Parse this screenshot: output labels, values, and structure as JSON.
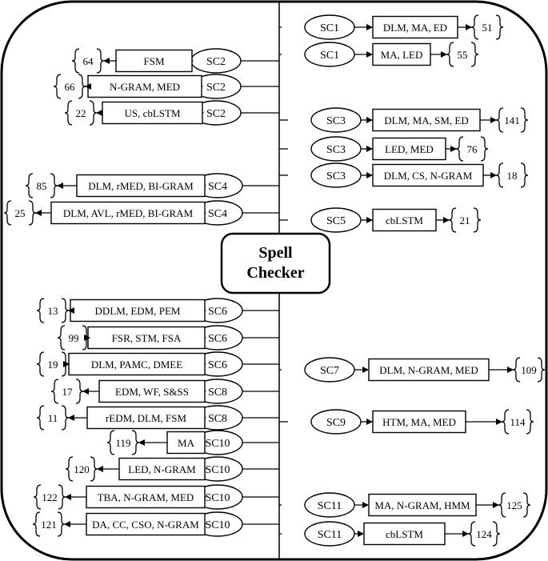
{
  "center": {
    "line1": "Spell",
    "line2": "Checker"
  },
  "left": [
    {
      "sc": "SC2",
      "method": "FSM",
      "ref": "64"
    },
    {
      "sc": "SC2",
      "method": "N-GRAM, MED",
      "ref": "66"
    },
    {
      "sc": "SC2",
      "method": "US, cbLSTM",
      "ref": "22"
    },
    {
      "sc": "SC4",
      "method": "DLM, rMED, BI-GRAM",
      "ref": "85"
    },
    {
      "sc": "SC4",
      "method": "DLM, AVL, rMED, BI-GRAM",
      "ref": "25"
    },
    {
      "sc": "SC6",
      "method": "DDLM, EDM, PEM",
      "ref": "13"
    },
    {
      "sc": "SC6",
      "method": "FSR, STM, FSA",
      "ref": "99"
    },
    {
      "sc": "SC6",
      "method": "DLM, PAMC, DMEE",
      "ref": "19"
    },
    {
      "sc": "SC8",
      "method": "EDM, WF, S&SS",
      "ref": "17"
    },
    {
      "sc": "SC8",
      "method": "rEDM, DLM, FSM",
      "ref": "11"
    },
    {
      "sc": "SC10",
      "method": "MA",
      "ref": "119"
    },
    {
      "sc": "SC10",
      "method": "LED, N-GRAM",
      "ref": "120"
    },
    {
      "sc": "SC10",
      "method": "TBA, N-GRAM, MED",
      "ref": "122"
    },
    {
      "sc": "SC10",
      "method": "DA, CC, CSO, N-GRAM",
      "ref": "121"
    }
  ],
  "right": [
    {
      "sc": "SC1",
      "method": "DLM, MA, ED",
      "ref": "51"
    },
    {
      "sc": "SC1",
      "method": "MA, LED",
      "ref": "55"
    },
    {
      "sc": "SC3",
      "method": "DLM, MA, SM, ED",
      "ref": "141"
    },
    {
      "sc": "SC3",
      "method": "LED, MED",
      "ref": "76"
    },
    {
      "sc": "SC3",
      "method": "DLM, CS, N-GRAM",
      "ref": "18"
    },
    {
      "sc": "SC5",
      "method": "cbLSTM",
      "ref": "21"
    },
    {
      "sc": "SC7",
      "method": "DLM, N-GRAM, MED",
      "ref": "109"
    },
    {
      "sc": "SC9",
      "method": "HTM, MA, MED",
      "ref": "114"
    },
    {
      "sc": "SC11",
      "method": "MA, N-GRAM, HMM",
      "ref": "125"
    },
    {
      "sc": "SC11",
      "method": "cbLSTM",
      "ref": "124"
    }
  ]
}
